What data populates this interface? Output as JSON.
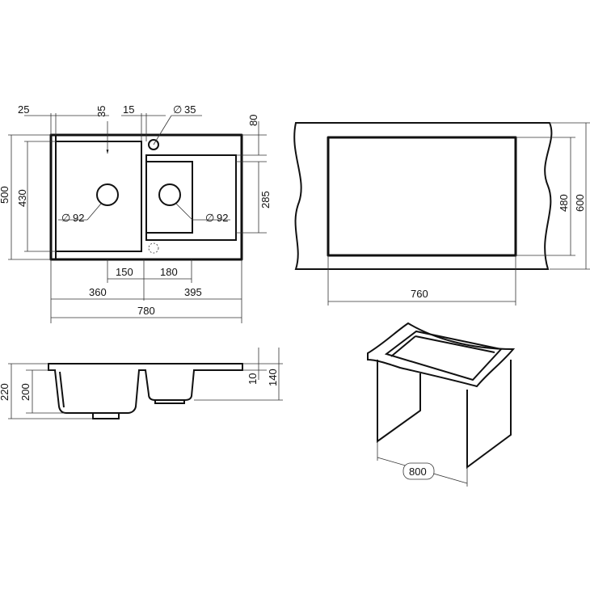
{
  "top_view": {
    "dims": {
      "d25": "25",
      "d35": "35",
      "d15": "15",
      "d35_diam": "35",
      "d80": "80",
      "d500": "500",
      "d430": "430",
      "d92_left": "92",
      "d92_right": "92",
      "d285": "285",
      "d150": "150",
      "d180": "180",
      "d360": "360",
      "d395": "395",
      "d780": "780"
    },
    "diameter_symbol": "∅"
  },
  "cutout_view": {
    "dims": {
      "d480": "480",
      "d600": "600",
      "d760": "760"
    }
  },
  "side_view": {
    "dims": {
      "d220": "220",
      "d200": "200",
      "d10": "10",
      "d140": "140"
    }
  },
  "cabinet_view": {
    "dims": {
      "d800": "800"
    }
  },
  "colors": {
    "line": "#111111",
    "background": "#ffffff"
  },
  "icons": [
    "diameter-symbol"
  ]
}
